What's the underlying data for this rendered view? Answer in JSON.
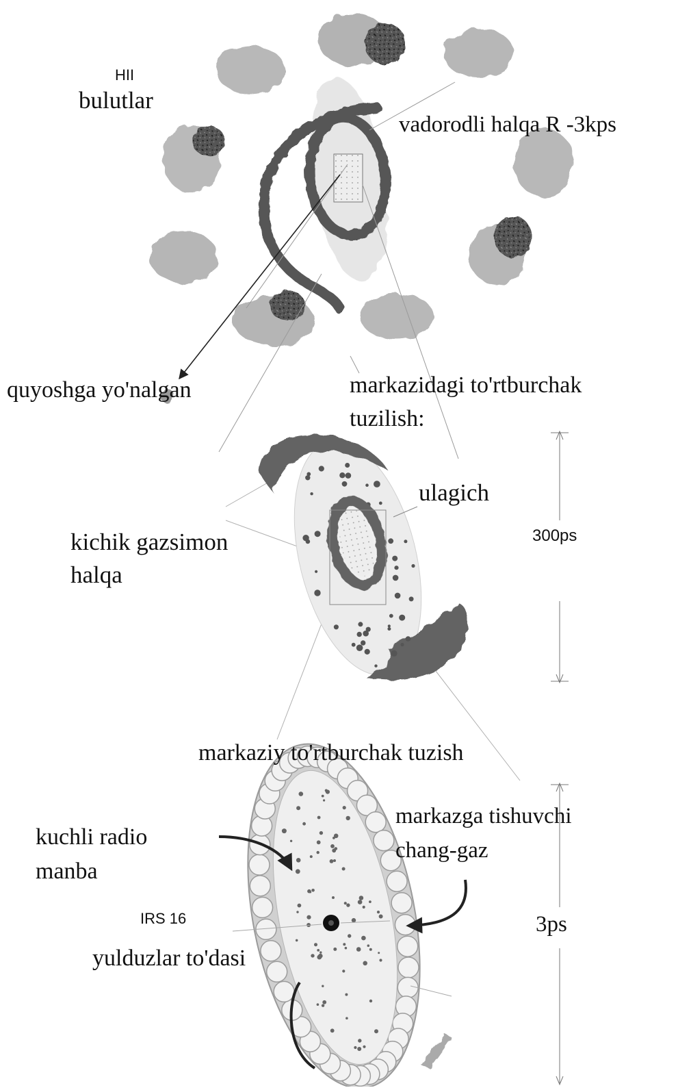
{
  "labels": {
    "hii": "HII",
    "clouds": "bulutlar",
    "hydrogen_ring": "vadorodli halqa R -3kps",
    "sun_direction": "quyoshga yo'nalgan",
    "central_rect_structure": "markazidagi to'rtburchak",
    "structure": "tuzilish:",
    "connector": "ulagich",
    "small_gas_ring_1": "kichik gazsimon",
    "small_gas_ring_2": "halqa",
    "scale_300": "300ps",
    "central_rect_build": "markaziy to'rtburchak tuzish",
    "strong_radio_1": "kuchli radio",
    "strong_radio_2": "manba",
    "dust_gas_1": "markazga tishuvchi",
    "dust_gas_2": "chang-gaz",
    "irs16": "IRS 16",
    "star_cluster": "yulduzlar to'dasi",
    "scale_3": "3ps"
  },
  "colors": {
    "cloud": "#b4b4b4",
    "dense_core": "#4a4a4a",
    "spiral": "#565656",
    "light_fill": "#e9e9e9",
    "ring_cells": "#d2d2d2"
  }
}
